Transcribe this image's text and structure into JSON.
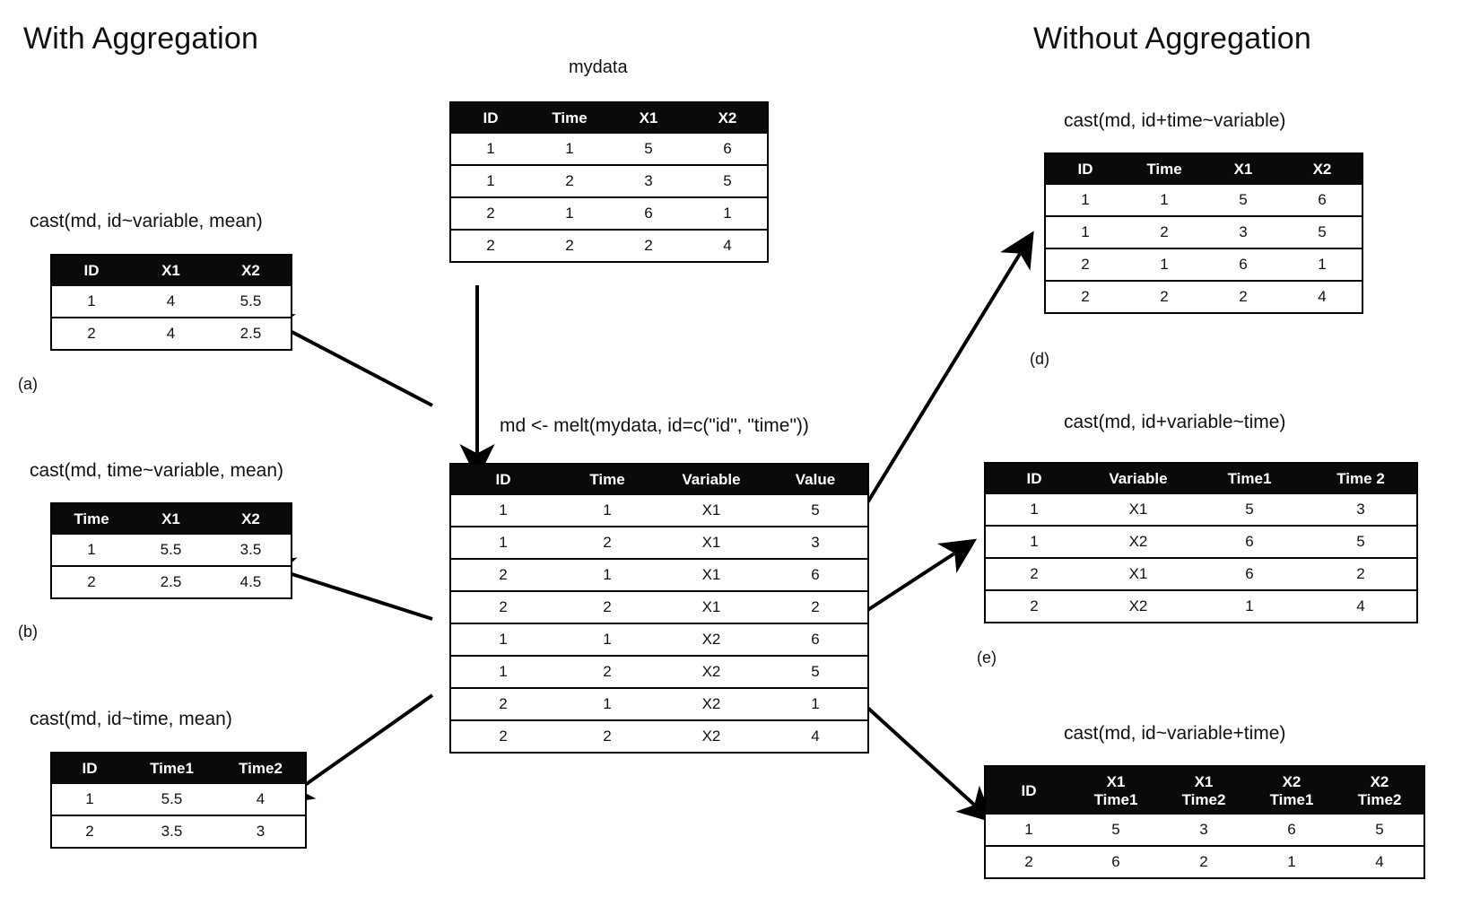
{
  "headings": {
    "left": "With Aggregation",
    "right": "Without Aggregation"
  },
  "source": {
    "title": "mydata",
    "columns": [
      "ID",
      "Time",
      "X1",
      "X2"
    ],
    "rows": [
      [
        "1",
        "1",
        "5",
        "6"
      ],
      [
        "1",
        "2",
        "3",
        "5"
      ],
      [
        "2",
        "1",
        "6",
        "1"
      ],
      [
        "2",
        "2",
        "2",
        "4"
      ]
    ]
  },
  "melt": {
    "command": "md <- melt(mydata, id=c(\"id\", \"time\"))",
    "columns": [
      "ID",
      "Time",
      "Variable",
      "Value"
    ],
    "rows": [
      [
        "1",
        "1",
        "X1",
        "5"
      ],
      [
        "1",
        "2",
        "X1",
        "3"
      ],
      [
        "2",
        "1",
        "X1",
        "6"
      ],
      [
        "2",
        "2",
        "X1",
        "2"
      ],
      [
        "1",
        "1",
        "X2",
        "6"
      ],
      [
        "1",
        "2",
        "X2",
        "5"
      ],
      [
        "2",
        "1",
        "X2",
        "1"
      ],
      [
        "2",
        "2",
        "X2",
        "4"
      ]
    ]
  },
  "panels": {
    "a": {
      "label": "(a)",
      "command": "cast(md, id~variable, mean)",
      "columns": [
        "ID",
        "X1",
        "X2"
      ],
      "rows": [
        [
          "1",
          "4",
          "5.5"
        ],
        [
          "2",
          "4",
          "2.5"
        ]
      ]
    },
    "b": {
      "label": "(b)",
      "command": "cast(md, time~variable, mean)",
      "columns": [
        "Time",
        "X1",
        "X2"
      ],
      "rows": [
        [
          "1",
          "5.5",
          "3.5"
        ],
        [
          "2",
          "2.5",
          "4.5"
        ]
      ]
    },
    "c": {
      "label": "",
      "command": "cast(md, id~time, mean)",
      "columns": [
        "ID",
        "Time1",
        "Time2"
      ],
      "rows": [
        [
          "1",
          "5.5",
          "4"
        ],
        [
          "2",
          "3.5",
          "3"
        ]
      ]
    },
    "d": {
      "label": "(d)",
      "command": "cast(md, id+time~variable)",
      "columns": [
        "ID",
        "Time",
        "X1",
        "X2"
      ],
      "rows": [
        [
          "1",
          "1",
          "5",
          "6"
        ],
        [
          "1",
          "2",
          "3",
          "5"
        ],
        [
          "2",
          "1",
          "6",
          "1"
        ],
        [
          "2",
          "2",
          "2",
          "4"
        ]
      ]
    },
    "e": {
      "label": "(e)",
      "command": "cast(md, id+variable~time)",
      "columns": [
        "ID",
        "Variable",
        "Time1",
        "Time 2"
      ],
      "rows": [
        [
          "1",
          "X1",
          "5",
          "3"
        ],
        [
          "1",
          "X2",
          "6",
          "5"
        ],
        [
          "2",
          "X1",
          "6",
          "2"
        ],
        [
          "2",
          "X2",
          "1",
          "4"
        ]
      ]
    },
    "f": {
      "label": "",
      "command": "cast(md, id~variable+time)",
      "columns_top": [
        "ID",
        "X1",
        "X1",
        "X2",
        "X2"
      ],
      "columns_bottom": [
        "",
        "Time1",
        "Time2",
        "Time1",
        "Time2"
      ],
      "rows": [
        [
          "1",
          "5",
          "3",
          "6",
          "5"
        ],
        [
          "2",
          "6",
          "2",
          "1",
          "4"
        ]
      ]
    }
  },
  "colors": {
    "header_bg": "#0a0a0a",
    "header_text": "#ffffff",
    "body_text": "#111111",
    "border": "#000000",
    "page_bg": "#ffffff"
  }
}
